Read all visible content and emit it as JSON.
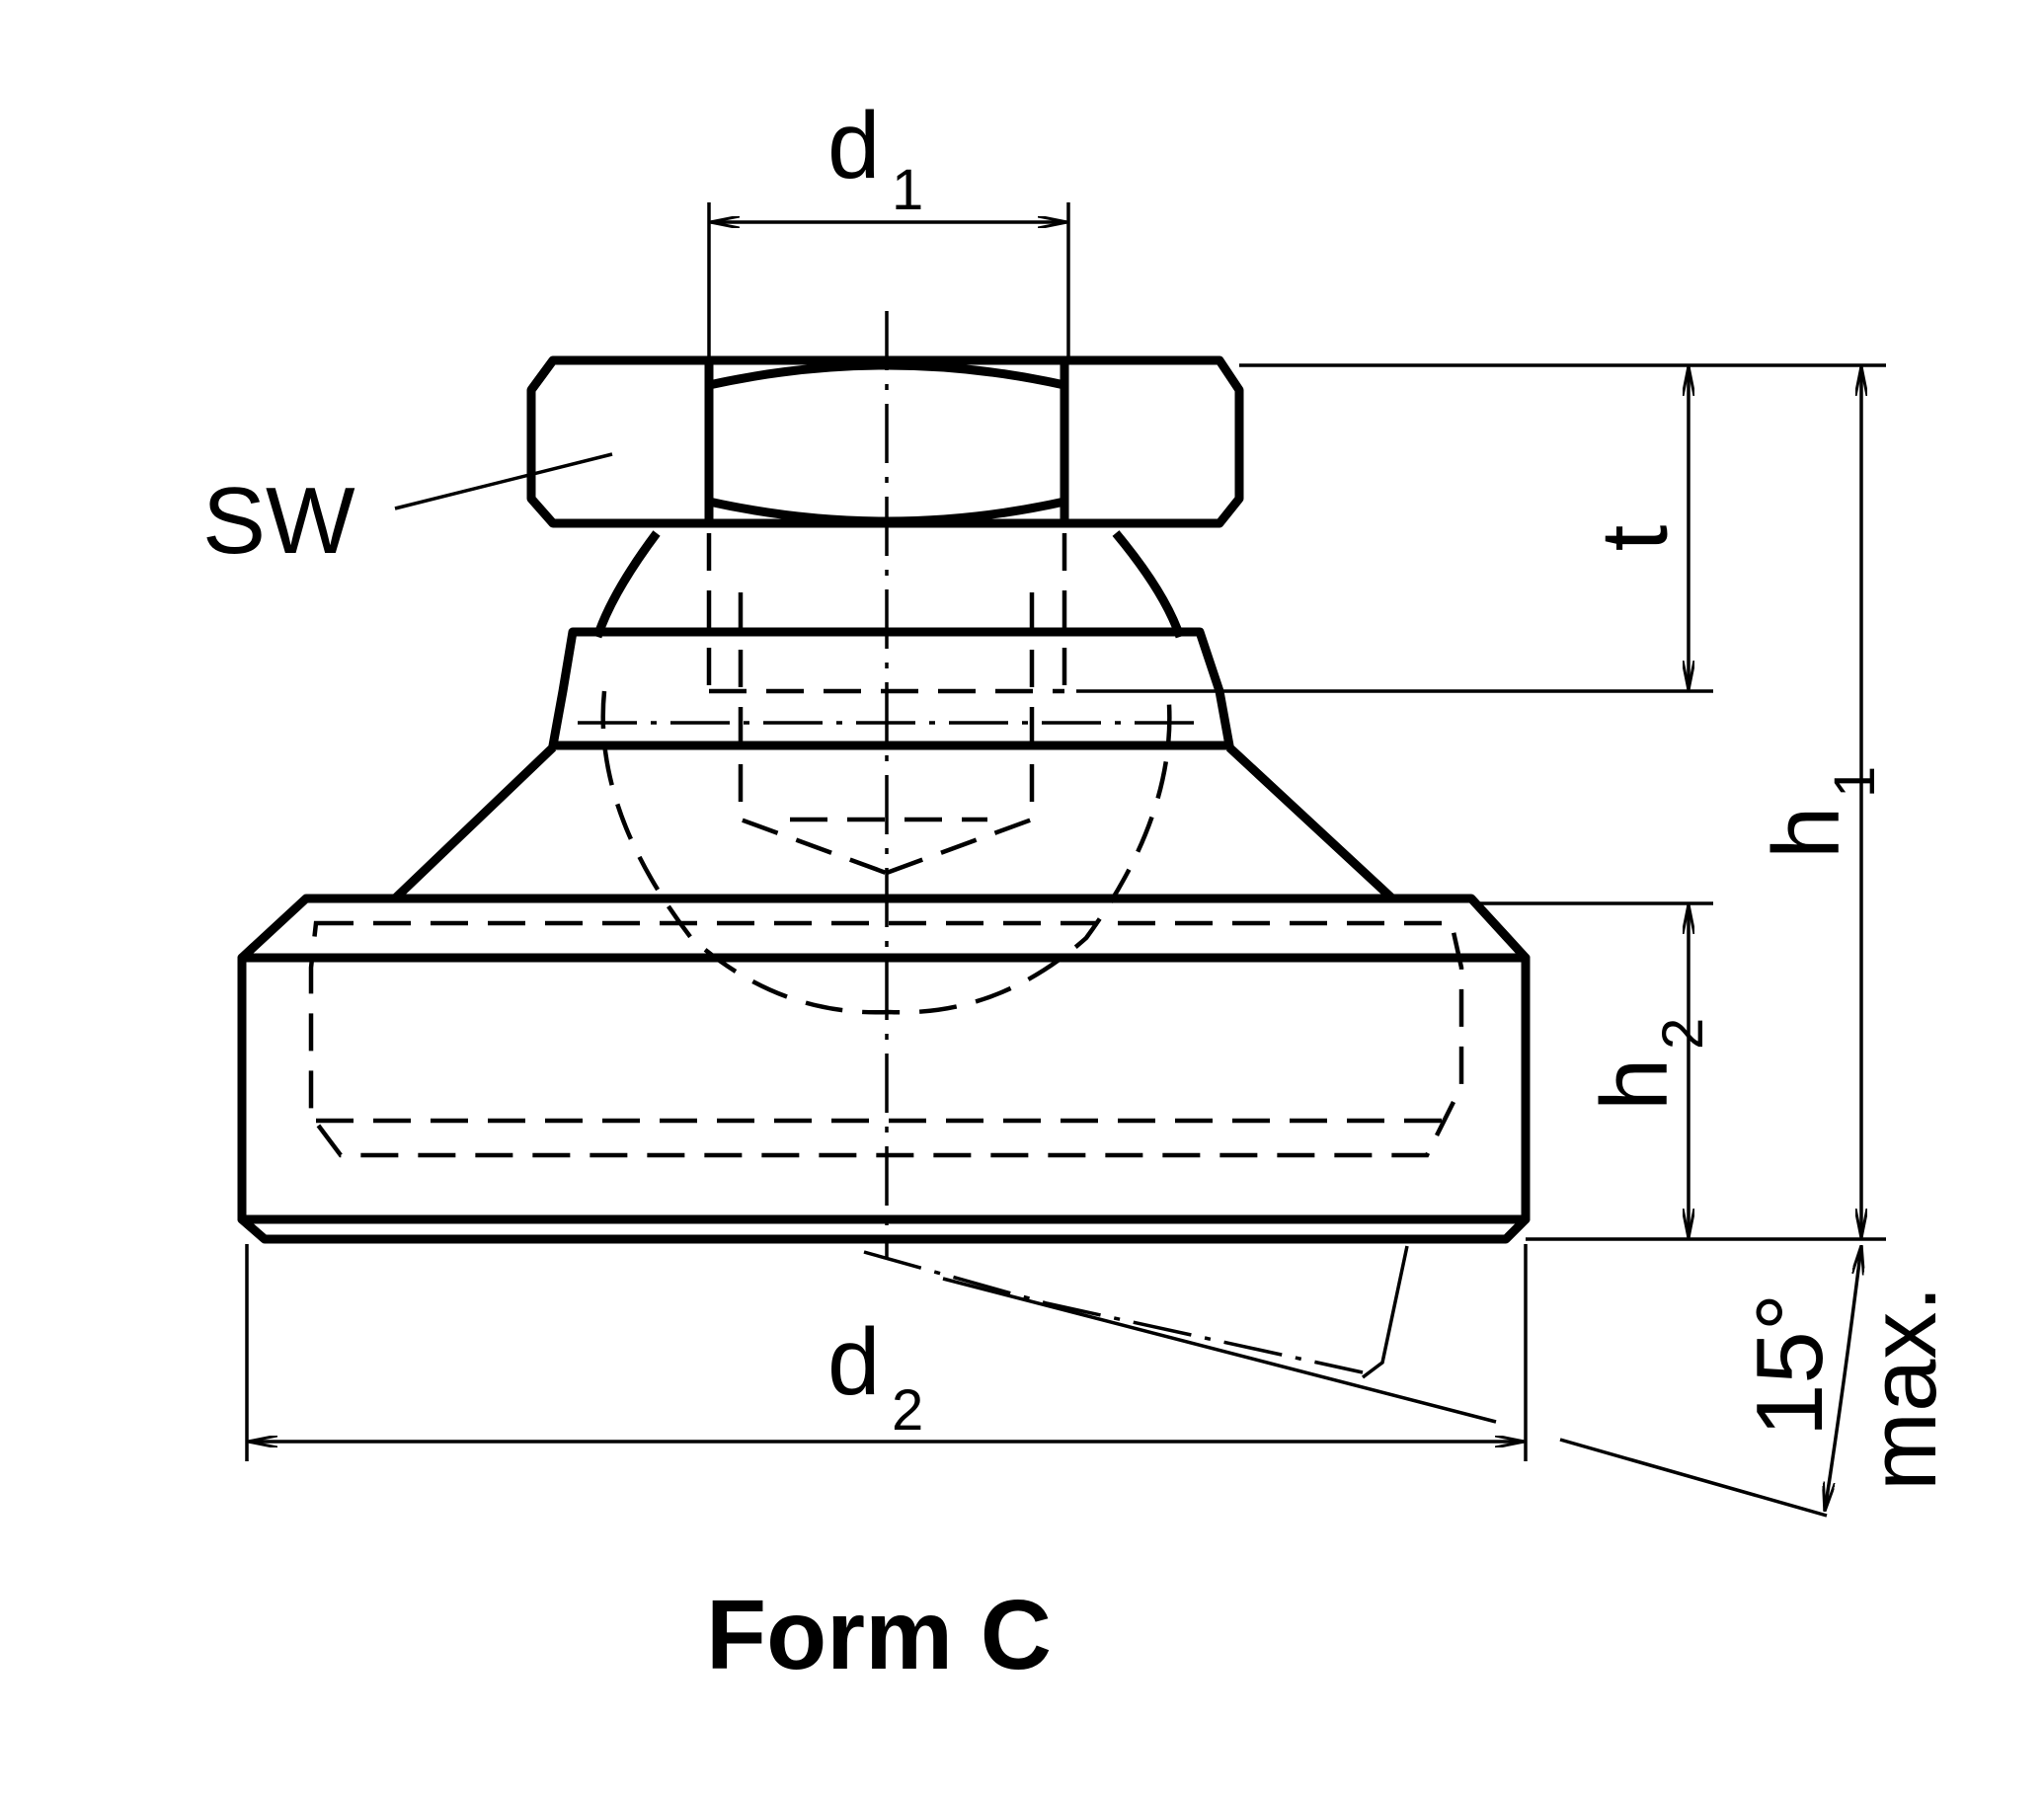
{
  "labels": {
    "wrench_size": "SW",
    "d1_main": "d",
    "d1_sub": "1",
    "d2_main": "d",
    "d2_sub": "2",
    "t": "t",
    "h1_main": "h",
    "h1_sub": "1",
    "h2_main": "h",
    "h2_sub": "2",
    "angle": "15°",
    "angle_note": "max."
  },
  "caption": "Form C"
}
